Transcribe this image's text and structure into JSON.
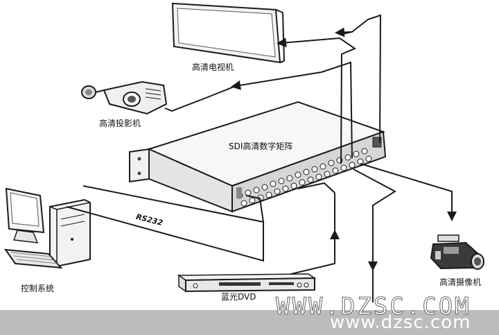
{
  "devices": {
    "hd_tv": {
      "label": "高清电视机",
      "icon": "hd-tv-icon"
    },
    "projector": {
      "label": "高清投影机",
      "icon": "projector-icon"
    },
    "matrix": {
      "label": "SDI高清数字矩阵",
      "icon": "matrix-switcher-icon"
    },
    "control_system": {
      "label": "控制系统",
      "icon": "desktop-computer-icon"
    },
    "bluray_dvd": {
      "label": "蓝光DVD",
      "icon": "dvd-player-icon"
    },
    "camera": {
      "label": "高清摄像机",
      "icon": "camcorder-icon"
    }
  },
  "links": {
    "rs232": {
      "label": "RS232"
    }
  },
  "watermark": {
    "ghost_text": "WWW.DZSC.COM",
    "url_text": "www.dzsc.com"
  },
  "colors": {
    "line": "#1a1a1a",
    "device_fill": "#f4f4f4",
    "watermark_band": "#bcbcbc"
  }
}
